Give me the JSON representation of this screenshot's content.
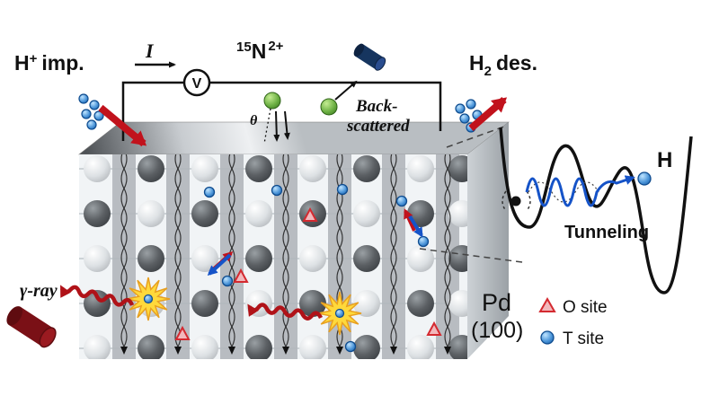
{
  "top_labels": {
    "h_imp_base": "H",
    "h_imp_sup": "+",
    "h_imp_rest": "imp.",
    "current": "I",
    "voltmeter": "V",
    "beam_mass": "15",
    "beam_element": "N",
    "beam_charge": "2+",
    "theta": "θ",
    "backscattered_1": "Back-",
    "backscattered_2": "scattered",
    "h2_base": "H",
    "h2_sub": "2",
    "h2_rest": "des."
  },
  "gamma_label": "γ-ray",
  "inset": {
    "h": "H",
    "tunneling": "Tunneling"
  },
  "legend": {
    "material": "Pd",
    "plane": "(100)",
    "o_site": "O site",
    "t_site": "T site"
  },
  "colors": {
    "arrow_red": "#c1121c",
    "gamma_red": "#b01218",
    "site_blue": "#2276c8",
    "tunnel_blue": "#1553c8",
    "ion_green": "#5aa033",
    "star_yellow": "#ffd93b",
    "detector_dark_red": "#7a1016",
    "detector_navy": "#16355f",
    "o_site_red": "#d42a30"
  }
}
